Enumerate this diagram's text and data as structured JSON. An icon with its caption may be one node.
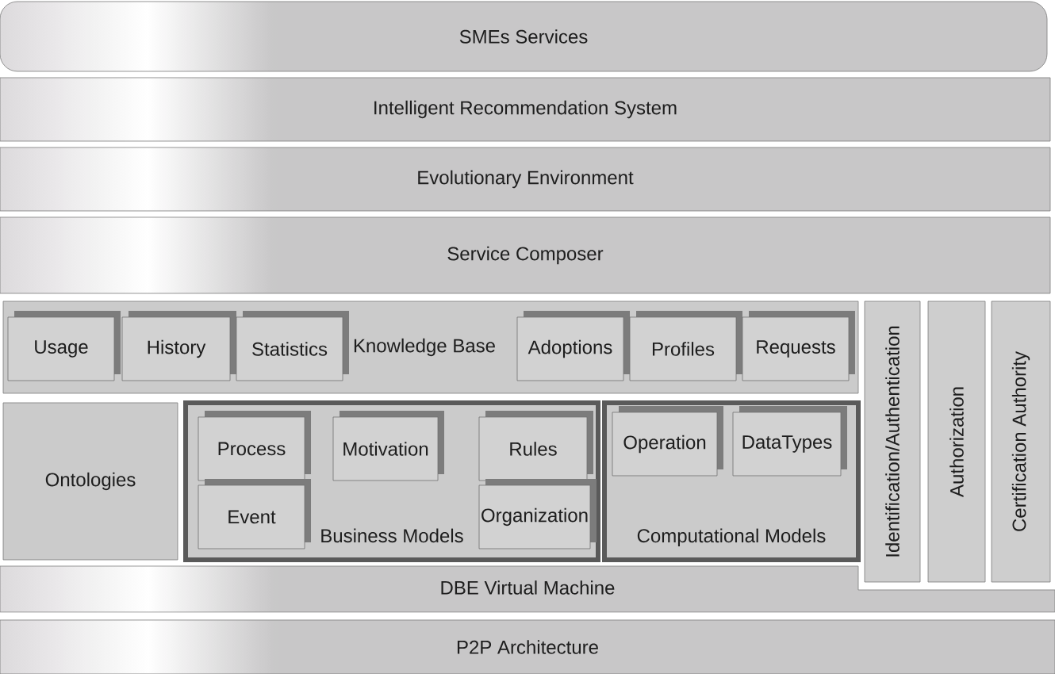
{
  "diagram": {
    "nodes": [
      {
        "text": [
          "SMEs Services"
        ]
      },
      {
        "text": [
          "Intelligent Recommendation System"
        ]
      },
      {
        "text": [
          "Evolutionary Environment"
        ]
      },
      {
        "text": [
          "Service Composer"
        ]
      },
      {
        "text": [
          "Knowledge Base"
        ]
      },
      {
        "text": [
          "Usage"
        ],
        "in": 4
      },
      {
        "text": [
          "History"
        ],
        "in": 4
      },
      {
        "text": [
          "Statistics"
        ],
        "in": 4
      },
      {
        "text": [
          "Adoptions"
        ],
        "in": 4
      },
      {
        "text": [
          "Profiles"
        ],
        "in": 4
      },
      {
        "text": [
          "Requests"
        ],
        "in": 4
      },
      {
        "text": [
          "Identification/Authentication"
        ]
      },
      {
        "text": [
          "Authorization"
        ]
      },
      {
        "text": [
          "Certification Authority"
        ]
      },
      {
        "text": [
          "Ontologies"
        ]
      },
      {
        "text": [
          "Business Models"
        ]
      },
      {
        "text": [
          "Process"
        ],
        "in": 15
      },
      {
        "text": [
          "Motivation"
        ],
        "in": 15
      },
      {
        "text": [
          "Rules"
        ],
        "in": 15
      },
      {
        "text": [
          "Event"
        ],
        "in": 15
      },
      {
        "text": [
          "Organization"
        ],
        "in": 15
      },
      {
        "text": [
          "Computational Models"
        ]
      },
      {
        "text": [
          "Operation"
        ],
        "in": 21
      },
      {
        "text": [
          "DataTypes"
        ],
        "in": 21
      },
      {
        "text": [
          "DBE Virtual Machine"
        ]
      },
      {
        "text": [
          "P2P Architecture"
        ]
      }
    ]
  }
}
